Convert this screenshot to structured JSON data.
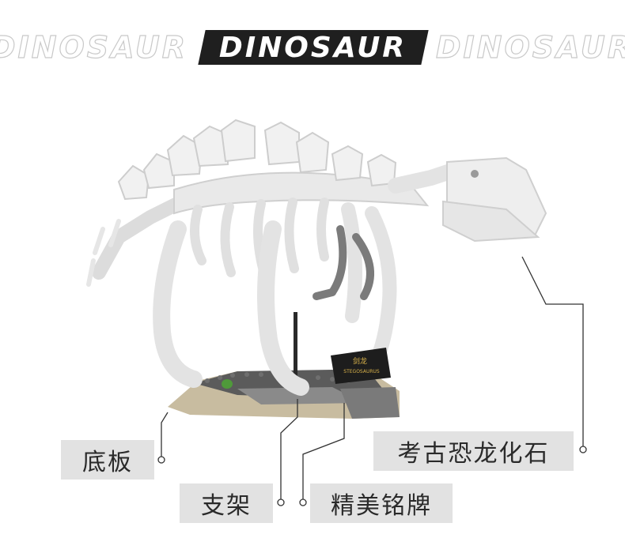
{
  "banner": {
    "ghost_left": "DINOSAUR",
    "title": "DINOSAUR",
    "ghost_right": "DINOSAUR"
  },
  "plaque": {
    "name_cn": "剑龙",
    "name_en": "STEGOSAURUS"
  },
  "labels": {
    "base": "底板",
    "stand": "支架",
    "plate": "精美铭牌",
    "fossil": "考古恐龙化石"
  }
}
